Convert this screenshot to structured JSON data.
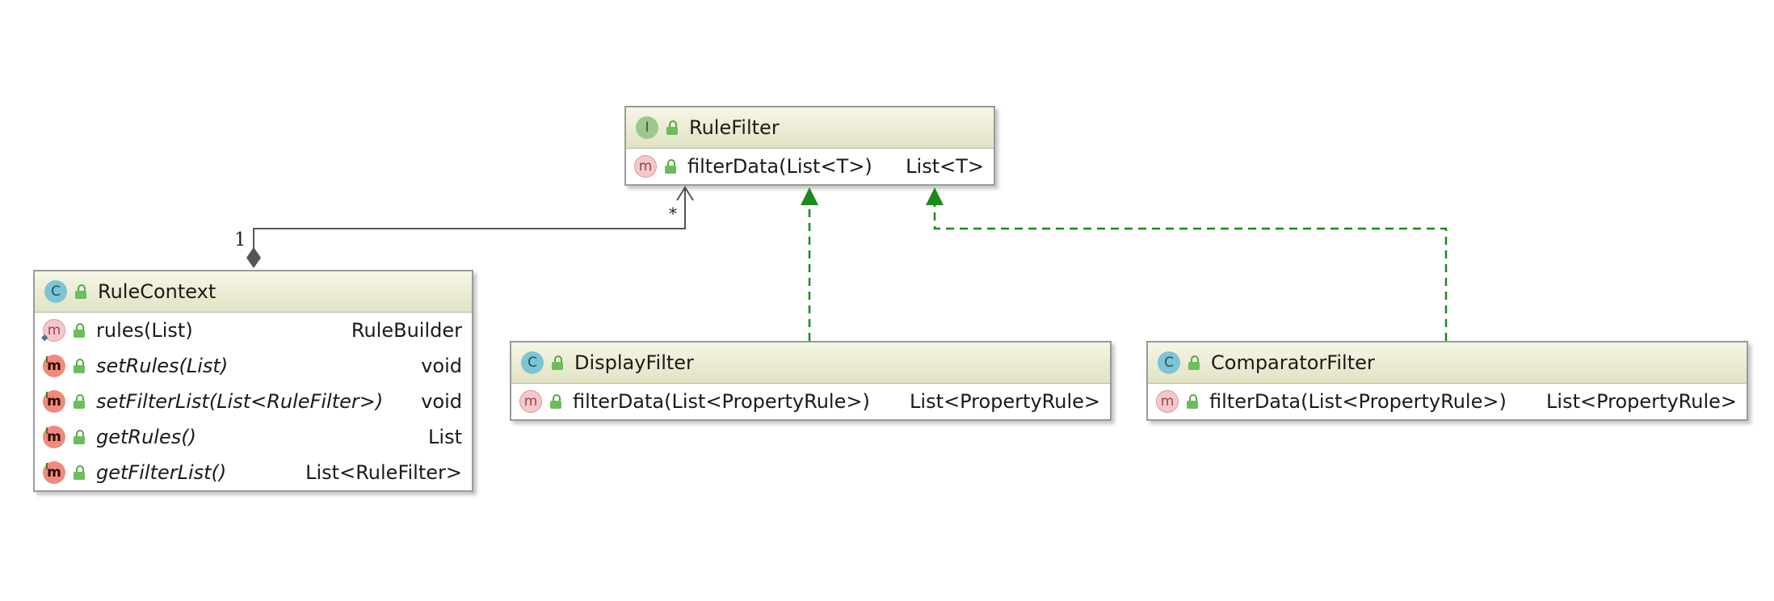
{
  "classes": {
    "rule_filter": {
      "kind_letter": "I",
      "name": "RuleFilter",
      "methods": [
        {
          "badge": "m",
          "name": "filterData(List<T>)",
          "return_type": "List<T>"
        }
      ]
    },
    "rule_context": {
      "kind_letter": "C",
      "name": "RuleContext",
      "methods": [
        {
          "badge": "m",
          "name": "rules(List)",
          "return_type": "RuleBuilder"
        },
        {
          "badge": "m",
          "name": "setRules(List)",
          "return_type": "void"
        },
        {
          "badge": "m",
          "name": "setFilterList(List<RuleFilter>)",
          "return_type": "void"
        },
        {
          "badge": "m",
          "name": "getRules()",
          "return_type": "List"
        },
        {
          "badge": "m",
          "name": "getFilterList()",
          "return_type": "List<RuleFilter>"
        }
      ]
    },
    "display_filter": {
      "kind_letter": "C",
      "name": "DisplayFilter",
      "methods": [
        {
          "badge": "m",
          "name": "filterData(List<PropertyRule>)",
          "return_type": "List<PropertyRule>"
        }
      ]
    },
    "comparator_filter": {
      "kind_letter": "C",
      "name": "ComparatorFilter",
      "methods": [
        {
          "badge": "m",
          "name": "filterData(List<PropertyRule>)",
          "return_type": "List<PropertyRule>"
        }
      ]
    }
  },
  "relations": {
    "aggregation": {
      "source_multiplicity": "1",
      "target_multiplicity": "*"
    }
  },
  "colors": {
    "realization": "#1a8a1a",
    "aggregation": "#555555"
  }
}
